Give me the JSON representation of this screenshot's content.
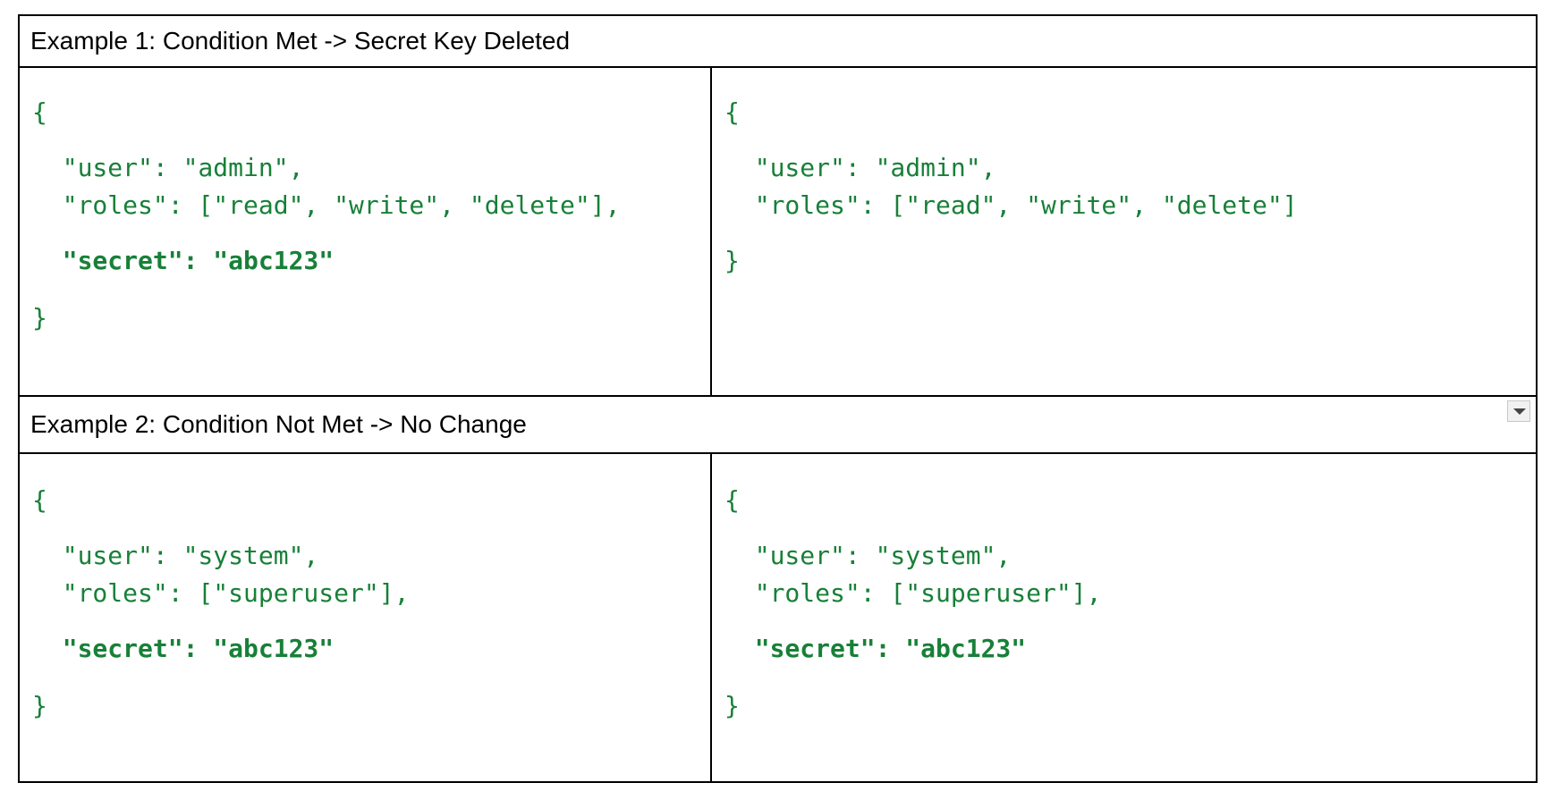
{
  "example1": {
    "header": "Example 1: Condition Met ->  Secret Key Deleted",
    "input": {
      "open": "{",
      "user_line": "  \"user\": \"admin\",",
      "roles_line": "  \"roles\": [\"read\", \"write\", \"delete\"],",
      "secret_line": "  \"secret\": \"abc123\"",
      "close": "}"
    },
    "output": {
      "open": "{",
      "user_line": "  \"user\": \"admin\",",
      "roles_line": "  \"roles\": [\"read\", \"write\", \"delete\"]",
      "close": "}"
    }
  },
  "example2": {
    "header": "Example 2: Condition Not Met ->  No Change",
    "input": {
      "open": "{",
      "user_line": "  \"user\": \"system\",",
      "roles_line": "  \"roles\": [\"superuser\"],",
      "secret_line": "  \"secret\": \"abc123\"",
      "close": "}"
    },
    "output": {
      "open": "{",
      "user_line": "  \"user\": \"system\",",
      "roles_line": "  \"roles\": [\"superuser\"],",
      "secret_line": "  \"secret\": \"abc123\"",
      "close": "}"
    }
  },
  "icons": {
    "row_menu": "chevron-down-icon"
  },
  "colors": {
    "code_text": "#188038",
    "border": "#000000"
  }
}
